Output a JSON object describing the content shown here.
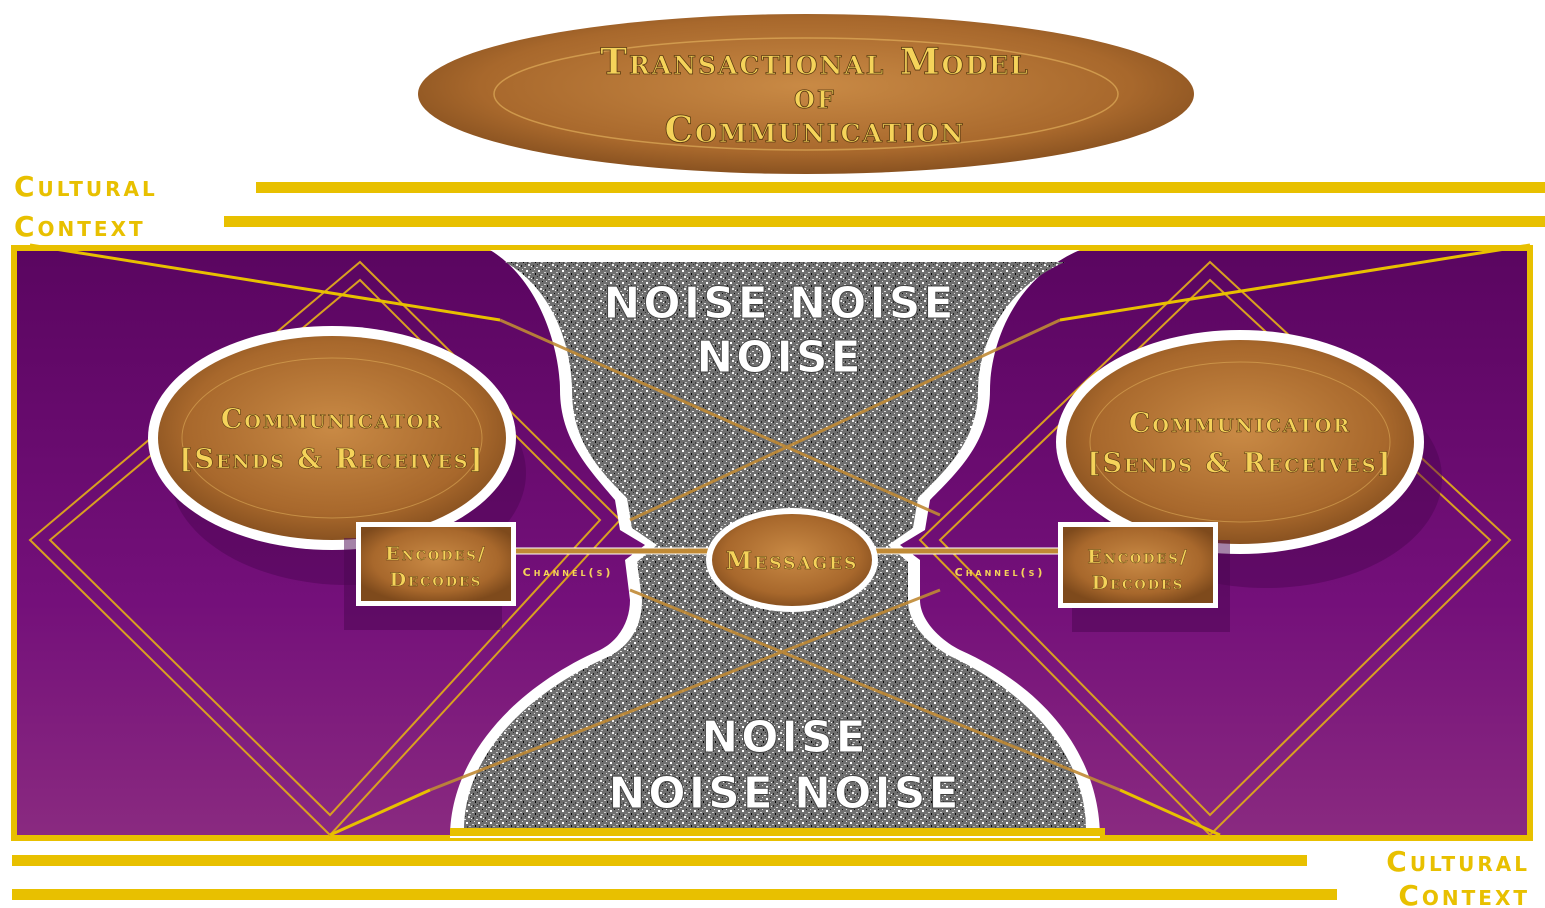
{
  "title": {
    "line1": "Transactional Model",
    "line2": "of",
    "line3": "Communication"
  },
  "cultural_context_top": {
    "line1": "Cultural",
    "line2": "Context"
  },
  "cultural_context_bottom": {
    "line1": "Cultural",
    "line2": "Context"
  },
  "noise_top": {
    "line1": "NOISE NOISE",
    "line2": "NOISE"
  },
  "noise_bottom": {
    "line1": "NOISE",
    "line2": "NOISE NOISE"
  },
  "communicator_left": {
    "line1": "Communicator",
    "line2": "[Sends & Receives]"
  },
  "communicator_right": {
    "line1": "Communicator",
    "line2": "[Sends & Receives]"
  },
  "encoder_left": {
    "line1": "Encodes/",
    "line2": "Decodes"
  },
  "encoder_right": {
    "line1": "Encodes/",
    "line2": "Decodes"
  },
  "channel_left": "Channel(s)",
  "channel_right": "Channel(s)",
  "messages": "Messages",
  "colors": {
    "purple": "#6a0a6e",
    "gold": "#e8c000",
    "bronze": "#b07030",
    "text_gold": "#f5d35a"
  }
}
